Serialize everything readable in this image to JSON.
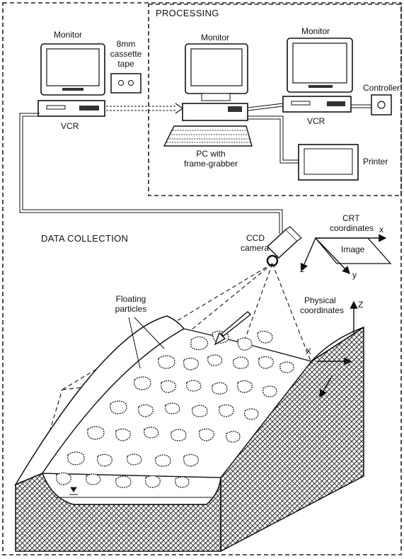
{
  "sections": {
    "processing": "PROCESSING",
    "data_collection": "DATA COLLECTION"
  },
  "recording": {
    "monitor": "Monitor",
    "cassette_line1": "8mm",
    "cassette_line2": "cassette",
    "cassette_line3": "tape",
    "vcr": "VCR"
  },
  "processing": {
    "pc_monitor": "Monitor",
    "right_monitor": "Monitor",
    "pc_line1": "PC with",
    "pc_line2": "frame-grabber",
    "vcr": "VCR",
    "controller": "Controller",
    "printer": "Printer"
  },
  "camera": {
    "line1": "CCD",
    "line2": "camera"
  },
  "crt": {
    "line1": "CRT",
    "line2": "coordinates",
    "image": "Image",
    "x": "x",
    "y": "y",
    "z": "z"
  },
  "physical": {
    "line1": "Physical",
    "line2": "coordinates",
    "X": "X",
    "Z": "Z"
  },
  "particles": {
    "line1": "Floating",
    "line2": "particles"
  }
}
